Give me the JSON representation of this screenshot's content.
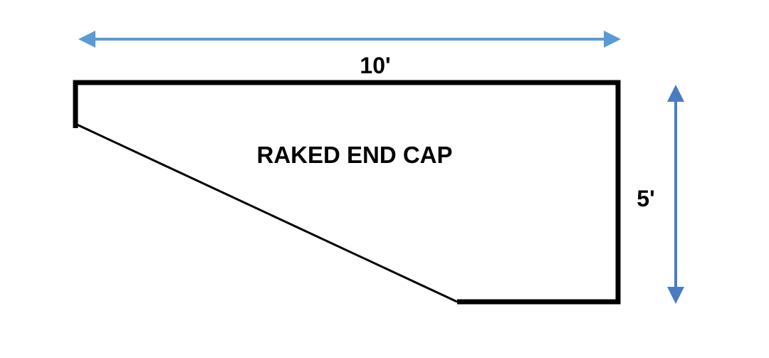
{
  "diagram": {
    "title": "RAKED END CAP",
    "width_label": "10'",
    "height_label": "5'",
    "colors": {
      "outline": "#000000",
      "arrow": "#5b9bd5",
      "arrow_vertical": "#4a7cc4",
      "background": "#ffffff"
    }
  }
}
